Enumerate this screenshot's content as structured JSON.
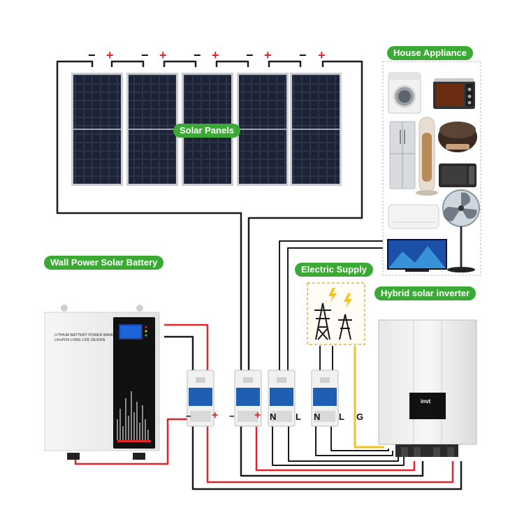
{
  "labels": {
    "solar_panels": "Solar Panels",
    "house_appliance": "House Appliance",
    "wall_battery": "Wall Power Solar Battery",
    "electric_supply": "Electric Supply",
    "hybrid_inverter": "Hybrid solar inverter"
  },
  "panel_terminals": {
    "minus": "−",
    "plus": "+"
  },
  "breaker_terminals": [
    "−",
    "+",
    "−",
    "+",
    "N",
    "L",
    "N",
    "L",
    "G"
  ],
  "battery_text": {
    "line1": "LITHIUM BATTERY POWER BANK",
    "line2": "LiFePO4 LONG LIFE DESIGN"
  },
  "inverter_brand": "invt",
  "colors": {
    "label_green": "#3aaa35",
    "wire_red": "#e2242a",
    "wire_black": "#1a1a1a",
    "wire_yellow": "#f2c31b",
    "panel_blue": "#151a2a",
    "breaker_blue": "#1e5fb4"
  },
  "icons": [
    "solar-panel-icon",
    "battery-icon",
    "breaker-icon",
    "power-tower-icon",
    "lightning-icon",
    "inverter-icon",
    "washing-machine-icon",
    "oven-icon",
    "fridge-icon",
    "fan-icon",
    "rice-cooker-icon",
    "microwave-icon",
    "air-conditioner-icon",
    "tv-icon"
  ]
}
